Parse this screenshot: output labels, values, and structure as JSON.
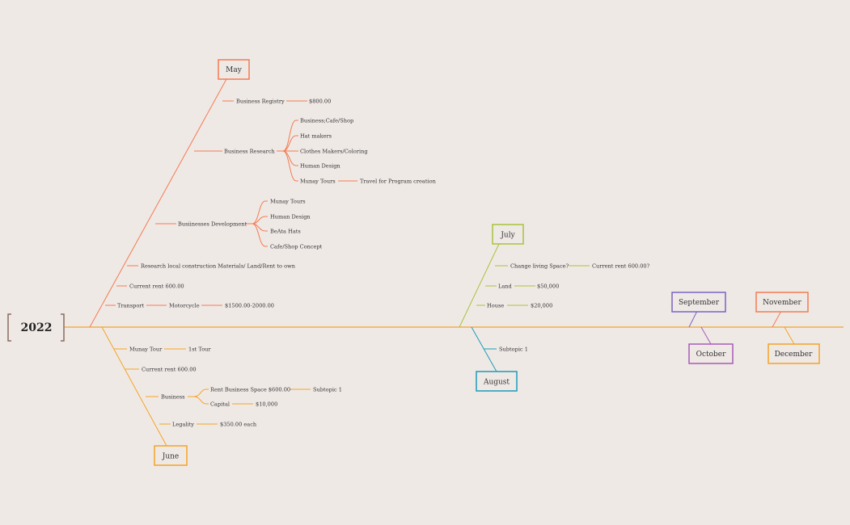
{
  "root": {
    "label": "2022"
  },
  "colors": {
    "spine": "#f5a327",
    "may": "#f47b52",
    "june": "#f5a327",
    "july": "#a9c23b",
    "august": "#1e9bb8",
    "september": "#7b62c4",
    "october": "#a55cb8",
    "november": "#f47b52",
    "december": "#f5a327",
    "root_bracket": "#8a6a5e"
  },
  "months": {
    "may": {
      "label": "May",
      "branches": {
        "registry": {
          "label": "Business Registry",
          "child": "$800.00"
        },
        "research": {
          "label": "Business Research",
          "children": [
            "Business;Cafe/Shop",
            "Hat makers",
            "Clothes Makers/Coloring",
            "Human Design",
            "Munay Tours"
          ],
          "munay_child": "Travel for Program creation"
        },
        "development": {
          "label": "Busiinesses Development",
          "children": [
            "Munay Tours",
            "Human Design",
            "BeAta Hats",
            "Cafe/Shop Concept"
          ]
        },
        "materials": {
          "label": "Research local construction Materials/ Land/Rent to own"
        },
        "rent": {
          "label": "Current rent 600.00"
        },
        "transport": {
          "label": "Transport",
          "child": "Motorcycle",
          "grandchild": "$1500.00-2000.00"
        }
      }
    },
    "june": {
      "label": "June",
      "branches": {
        "munay": {
          "label": "Munay Tour",
          "child": "1st Tour"
        },
        "rent": {
          "label": "Current rent 600.00"
        },
        "business": {
          "label": "Business",
          "children": [
            "Rent Business Space $600.00",
            "Capital"
          ],
          "rent_child": "Subtopic 1",
          "capital_child": "$10,000"
        },
        "legality": {
          "label": "Legality",
          "child": "$350.00 each"
        }
      }
    },
    "july": {
      "label": "July",
      "branches": {
        "living": {
          "label": "Change living Space?",
          "child": "Current rent 600.00?"
        },
        "land": {
          "label": "Land",
          "child": "$50,000"
        },
        "house": {
          "label": "House",
          "child": "$20,000"
        }
      }
    },
    "august": {
      "label": "August",
      "branches": {
        "sub": {
          "label": "Subtopic 1"
        }
      }
    },
    "september": {
      "label": "September"
    },
    "october": {
      "label": "October"
    },
    "november": {
      "label": "November"
    },
    "december": {
      "label": "December"
    }
  }
}
